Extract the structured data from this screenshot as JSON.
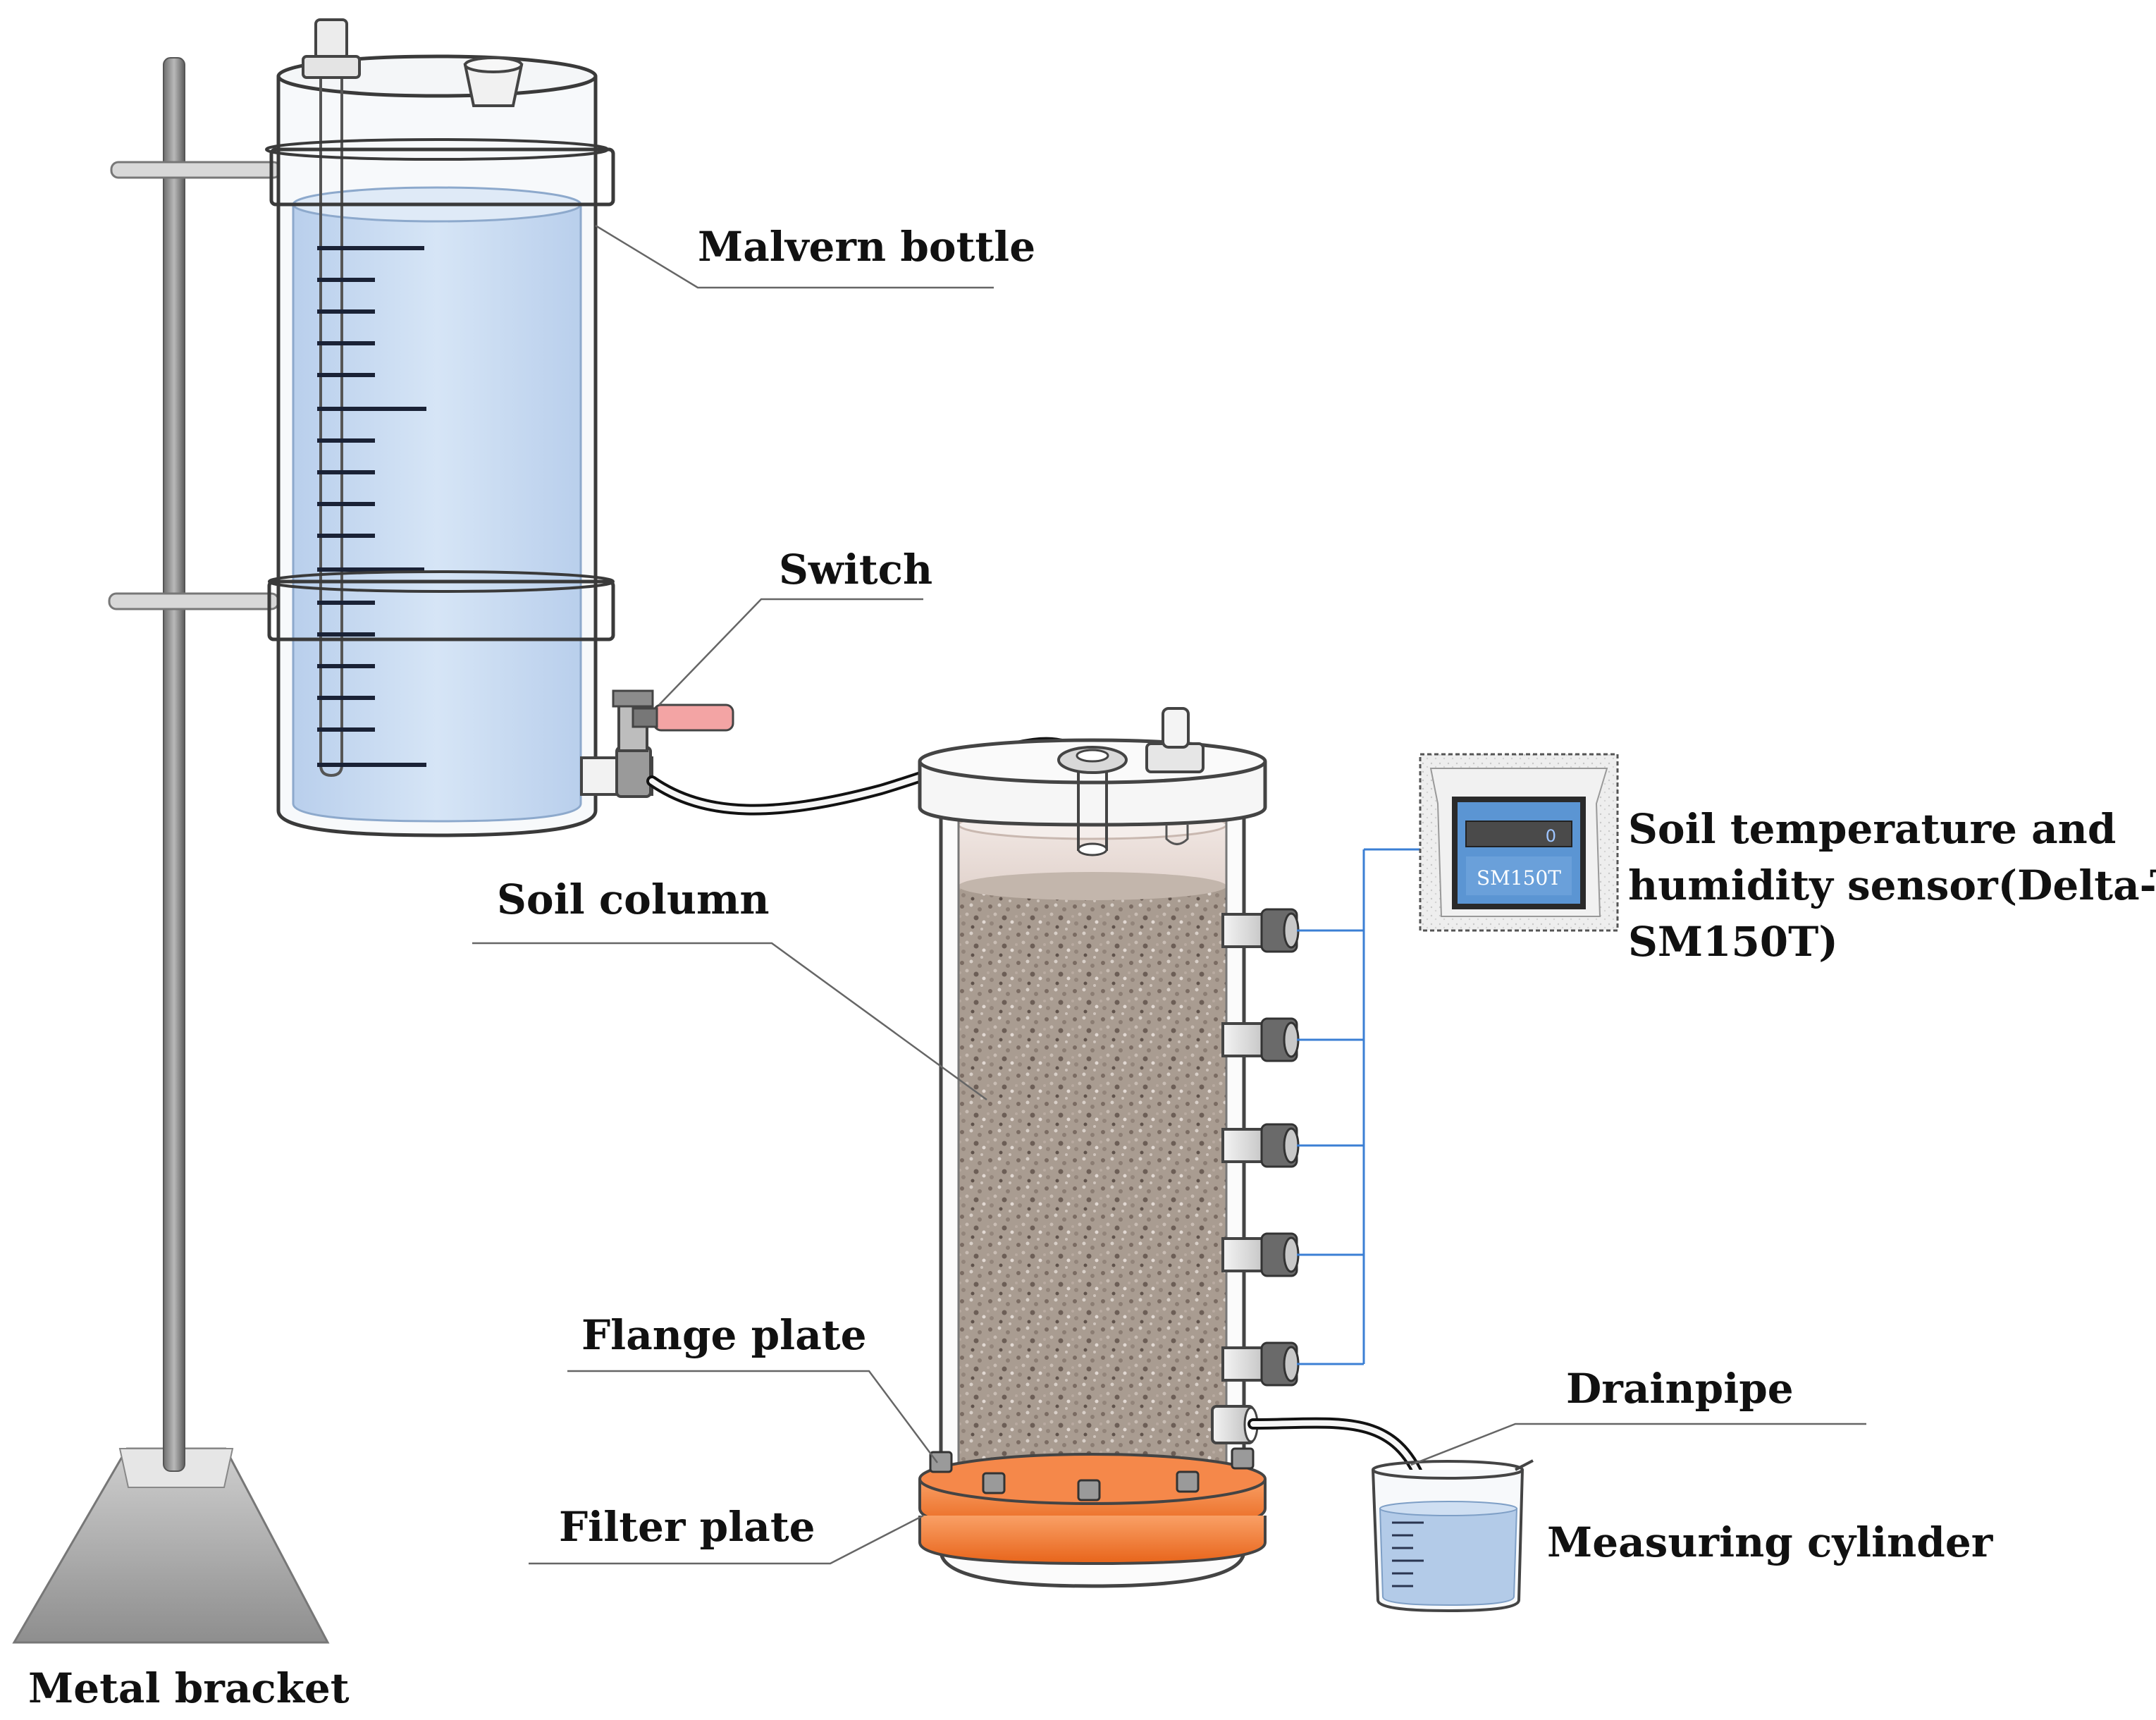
{
  "labels": {
    "malvern_bottle": "Malvern bottle",
    "switch": "Switch",
    "soil_column": "Soil column",
    "sensor_line1": "Soil temperature and",
    "sensor_line2": "humidity sensor(Delta-T",
    "sensor_line3": "SM150T)",
    "flange_plate": "Flange plate",
    "drainpipe": "Drainpipe",
    "filter_plate": "Filter plate",
    "measuring_cylinder": "Measuring cylinder",
    "metal_bracket": "Metal bracket"
  },
  "sensor_device": {
    "display_value": "0",
    "model": "SM150T"
  },
  "colors": {
    "water": "#c9dcf2",
    "soil": "#a89a8f",
    "flange": "#f07a2a",
    "sensor_wire": "#3b7fd4",
    "sensor_body": "#6fa2dc",
    "metal": "#9a9a9a"
  }
}
